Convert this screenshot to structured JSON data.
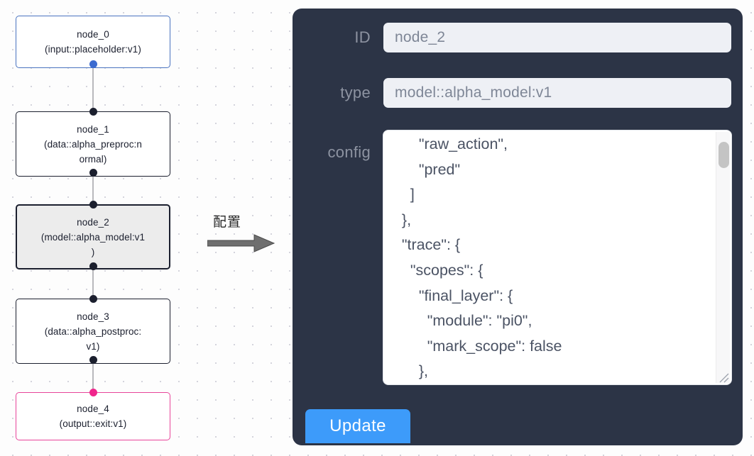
{
  "graph": {
    "nodes": [
      {
        "id": "node_0",
        "type": "(input::placeholder:v1)",
        "lines": [
          "node_0",
          "(input::placeholder:v1)"
        ],
        "state": "input",
        "border_color": "#4a73c0"
      },
      {
        "id": "node_1",
        "type": "(data::alpha_preproc:normal)",
        "lines": [
          "node_1",
          "(data::alpha_preproc:n",
          "ormal)"
        ],
        "state": "default",
        "border_color": "#1b1f2e"
      },
      {
        "id": "node_2",
        "type": "(model::alpha_model:v1)",
        "lines": [
          "node_2",
          "(model::alpha_model:v1",
          ")"
        ],
        "state": "selected",
        "border_color": "#1b1f2e",
        "fill": "#ececec"
      },
      {
        "id": "node_3",
        "type": "(data::alpha_postproc:v1)",
        "lines": [
          "node_3",
          "(data::alpha_postproc:",
          "v1)"
        ],
        "state": "default",
        "border_color": "#1b1f2e"
      },
      {
        "id": "node_4",
        "type": "(output::exit:v1)",
        "lines": [
          "node_4",
          "(output::exit:v1)"
        ],
        "state": "output",
        "border_color": "#e8449a"
      }
    ],
    "edges": [
      {
        "from": "node_0",
        "to": "node_1"
      },
      {
        "from": "node_1",
        "to": "node_2"
      },
      {
        "from": "node_2",
        "to": "node_3"
      },
      {
        "from": "node_3",
        "to": "node_4"
      }
    ],
    "edge_color": "#b9b9bd",
    "handle_color": "#1b1f2e"
  },
  "annotation": {
    "arrow_label": "配置",
    "arrow_color": "#6f6f6f"
  },
  "panel": {
    "background": "#2c3446",
    "fields": [
      {
        "label": "ID",
        "value": "node_2"
      },
      {
        "label": "type",
        "value": "model::alpha_model:v1"
      }
    ],
    "id_label": "ID",
    "id_value": "node_2",
    "type_label": "type",
    "type_value": "model::alpha_model:v1",
    "config_label": "config",
    "config_value": "       \"raw_action\",\n       \"pred\"\n     ]\n   },\n   \"trace\": {\n     \"scopes\": {\n       \"final_layer\": {\n         \"module\": \"pi0\",\n         \"mark_scope\": false\n       },\n       \"action_model\": {",
    "update_label": "Update",
    "update_color": "#3d9bfa",
    "scrollbar": {
      "position": "near-top",
      "thumb_color": "#c4c4c4"
    }
  }
}
